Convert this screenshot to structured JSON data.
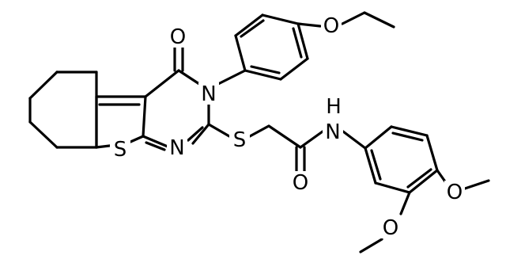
{
  "molecule": {
    "atoms": {
      "o_carbonyl_ring": "O",
      "n_ring": "N",
      "n_pyrimidine": "N",
      "s_thiophene": "S",
      "s_thioether": "S",
      "o_ethoxy": "O",
      "n_amide_n": "N",
      "n_amide_h": "H",
      "o_amide": "O",
      "o_methoxy_4": "O",
      "o_methoxy_3": "O"
    }
  }
}
